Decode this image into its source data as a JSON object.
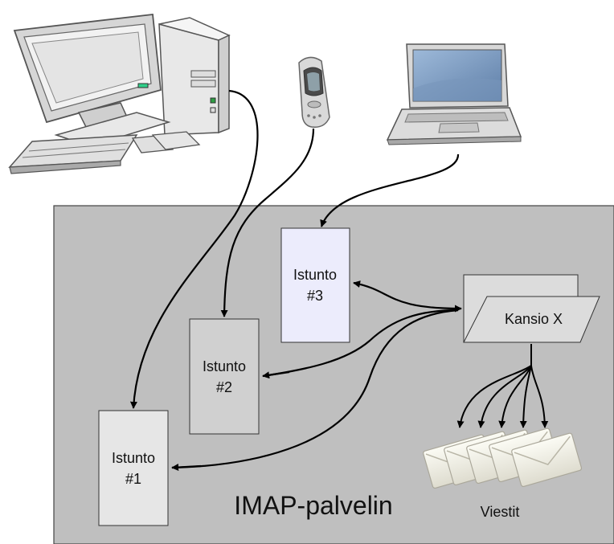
{
  "server": {
    "label": "IMAP-palvelin"
  },
  "sessions": [
    {
      "line1": "Istunto",
      "line2": "#1"
    },
    {
      "line1": "Istunto",
      "line2": "#2"
    },
    {
      "line1": "Istunto",
      "line2": "#3"
    }
  ],
  "folder": {
    "label": "Kansio X"
  },
  "messages": {
    "label": "Viestit",
    "count": 5
  },
  "clients": [
    {
      "icon": "desktop-computer-icon"
    },
    {
      "icon": "mobile-phone-icon"
    },
    {
      "icon": "laptop-icon"
    }
  ],
  "colors": {
    "server_bg": "#bfbfbf",
    "session_1": "#e6e6e6",
    "session_2": "#d0d0d0",
    "session_3": "#ececfc",
    "folder_fill": "#dcdcdc",
    "connector": "#000000"
  }
}
